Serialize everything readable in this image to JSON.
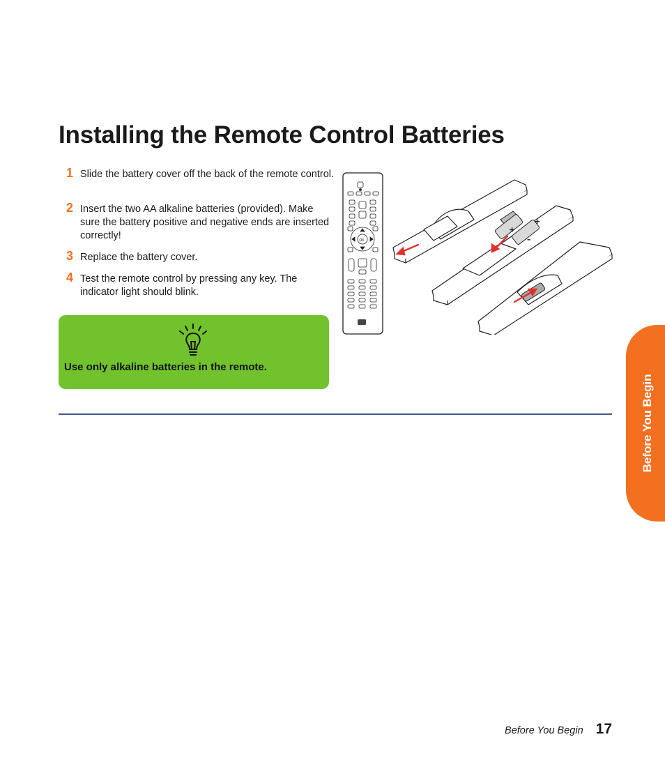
{
  "page": {
    "title": "Installing the Remote Control Batteries"
  },
  "steps": [
    {
      "number": "1",
      "text": "Slide the battery cover off the back of the remote control."
    },
    {
      "number": "2",
      "text": "Insert the two AA alkaline batteries (provided). Make sure the battery positive and negative ends are inserted correctly!"
    },
    {
      "number": "3",
      "text": "Replace the battery cover."
    },
    {
      "number": "4",
      "text": "Test the remote control by pressing any key. The indicator light should blink."
    }
  ],
  "tip": {
    "icon": "lightbulb-icon",
    "text": "Use only alkaline batteries in the remote."
  },
  "side_tab": {
    "label": "Before You Begin"
  },
  "footer": {
    "section": "Before You Begin",
    "page_number": "17"
  },
  "colors": {
    "accent_orange": "#f37021",
    "tip_green": "#72c22e",
    "divider_blue": "#3d5a88"
  },
  "figures": {
    "remote_ok_label": "OK",
    "battery_plus": "+",
    "battery_minus": "–"
  }
}
